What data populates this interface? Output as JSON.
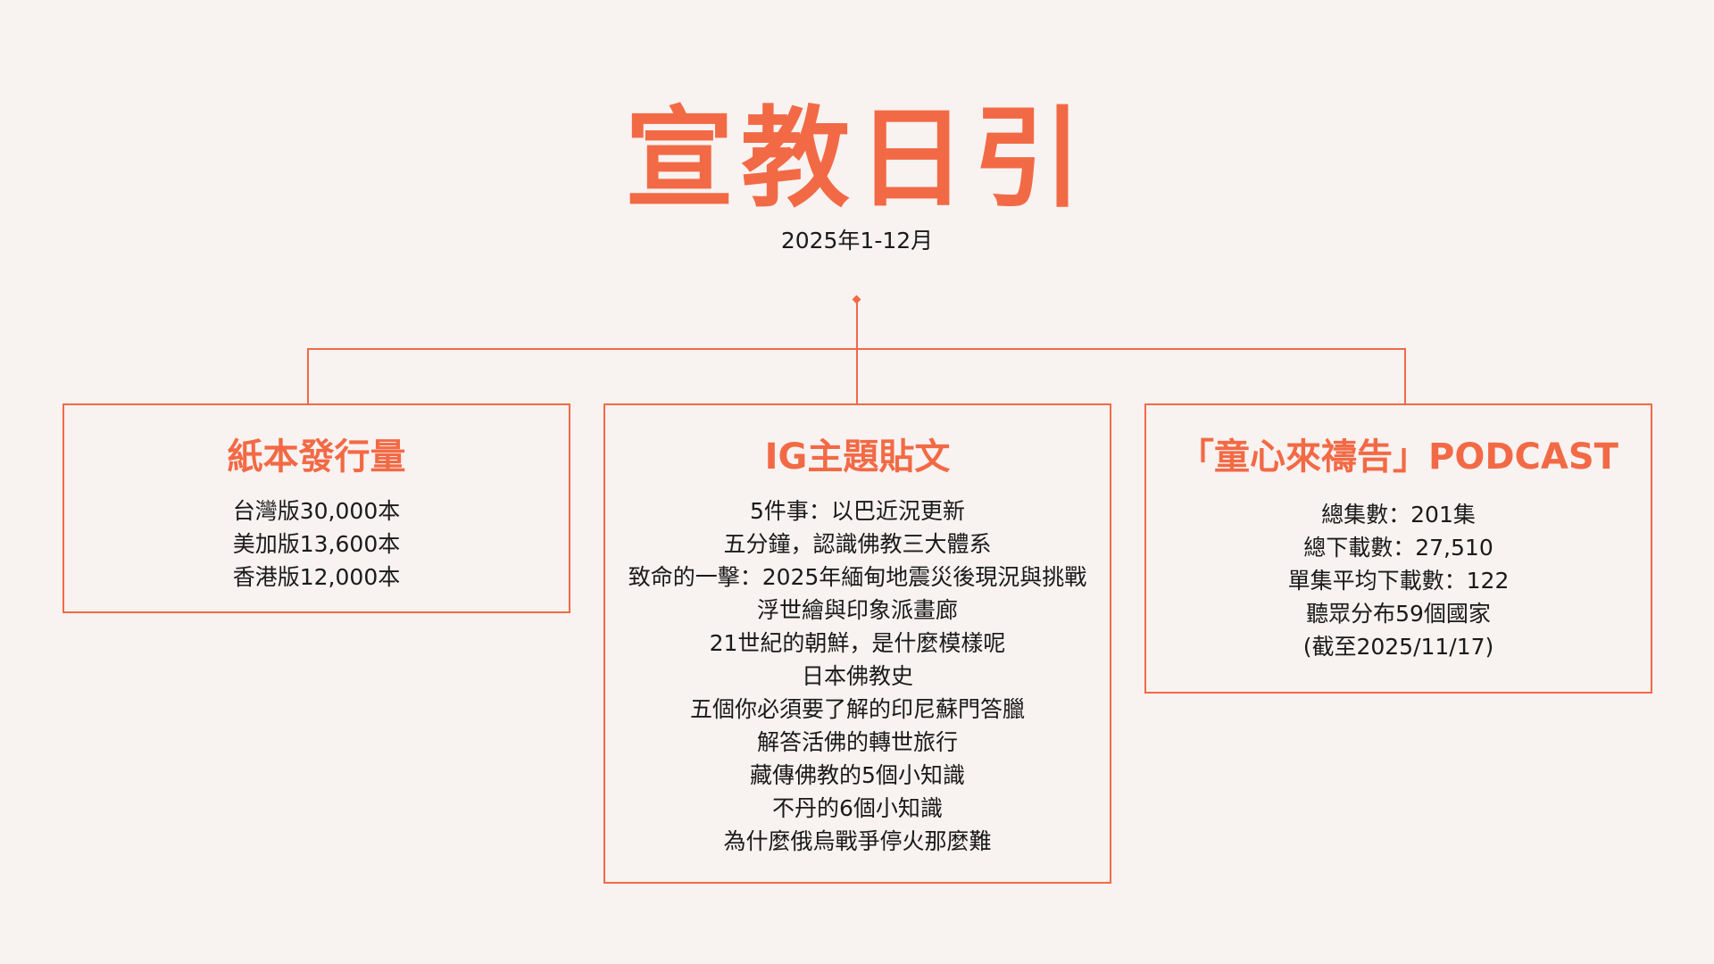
{
  "header": {
    "title": "宣教日引",
    "subtitle": "2025年1-12月"
  },
  "colors": {
    "accent": "#f26a45",
    "background": "#f8f2f1"
  },
  "boxes": [
    {
      "title": "紙本發行量",
      "items": [
        "台灣版30,000本",
        "美加版13,600本",
        "香港版12,000本"
      ]
    },
    {
      "title": "IG主題貼文",
      "items": [
        "5件事：以巴近況更新",
        "五分鐘，認識佛教三大體系",
        "致命的一擊：2025年緬甸地震災後現況與挑戰",
        "浮世繪與印象派畫廊",
        "21世紀的朝鮮，是什麼模樣呢",
        "日本佛教史",
        "五個你必須要了解的印尼蘇門答臘",
        "解答活佛的轉世旅行",
        "藏傳佛教的5個小知識",
        "不丹的6個小知識",
        "為什麼俄烏戰爭停火那麼難"
      ]
    },
    {
      "title": "「童心來禱告」PODCAST",
      "items": [
        "總集數：201集",
        "總下載數：27,510",
        "單集平均下載數：122",
        "聽眾分布59個國家",
        "(截至2025/11/17)"
      ]
    }
  ]
}
